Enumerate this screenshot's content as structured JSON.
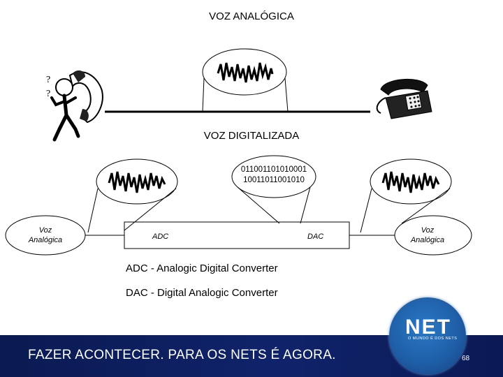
{
  "title_top": "VOZ ANALÓGICA",
  "title_digital": "VOZ DIGITALIZADA",
  "bits": {
    "line1": "011001101010001",
    "line2": "10011011001010"
  },
  "nodes": {
    "left": "Voz\nAnalógica",
    "right": "Voz\nAnalógica"
  },
  "blocks": {
    "adc": "ADC",
    "dac": "DAC"
  },
  "legend": {
    "adc": "ADC - Analogic Digital Converter",
    "dac": "DAC - Digital Analogic Converter"
  },
  "footer": {
    "slogan": "FAZER ACONTECER. PARA OS NETS É AGORA.",
    "page": "68"
  },
  "logo": {
    "name": "NET",
    "tagline": "O MUNDO É DOS NETS"
  },
  "icons": [
    "confused-person-phone-icon",
    "desk-telephone-icon",
    "waveform-icon"
  ],
  "colors": {
    "footer_bg": "#10236a",
    "logo_bg": "#1f5fa8",
    "text": "#000000"
  }
}
